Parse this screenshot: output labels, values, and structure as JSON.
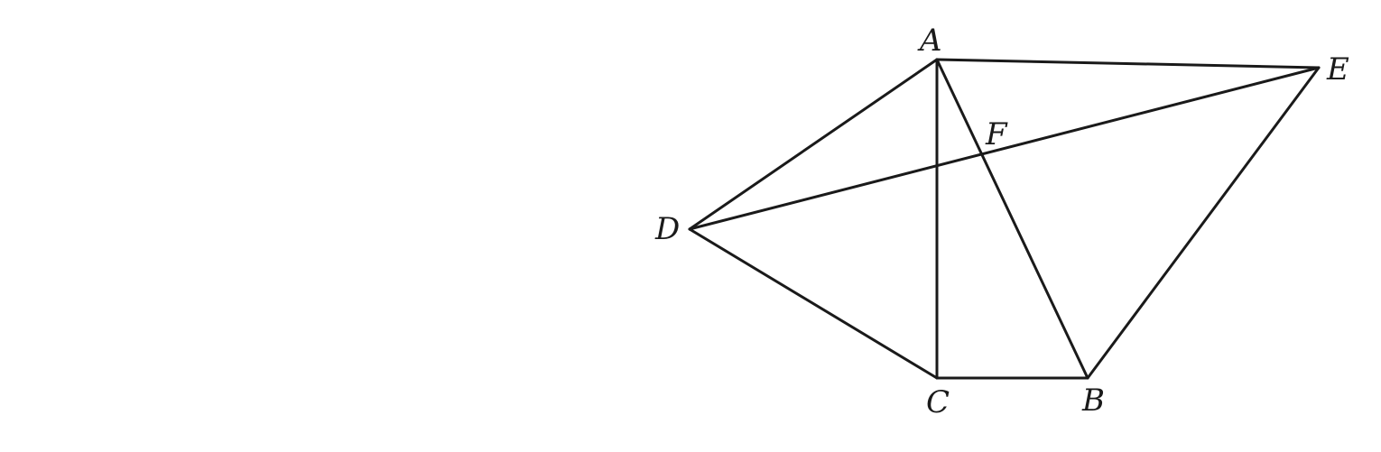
{
  "diagram": {
    "points": [
      {
        "id": "A",
        "label": "A"
      },
      {
        "id": "B",
        "label": "B"
      },
      {
        "id": "C",
        "label": "C"
      },
      {
        "id": "D",
        "label": "D"
      },
      {
        "id": "E",
        "label": "E"
      },
      {
        "id": "F",
        "label": "F"
      }
    ],
    "segments": [
      [
        "A",
        "E"
      ],
      [
        "A",
        "D"
      ],
      [
        "A",
        "C"
      ],
      [
        "A",
        "B"
      ],
      [
        "D",
        "E"
      ],
      [
        "D",
        "C"
      ],
      [
        "C",
        "B"
      ],
      [
        "B",
        "E"
      ]
    ],
    "line_color": "#1a1a1a"
  }
}
